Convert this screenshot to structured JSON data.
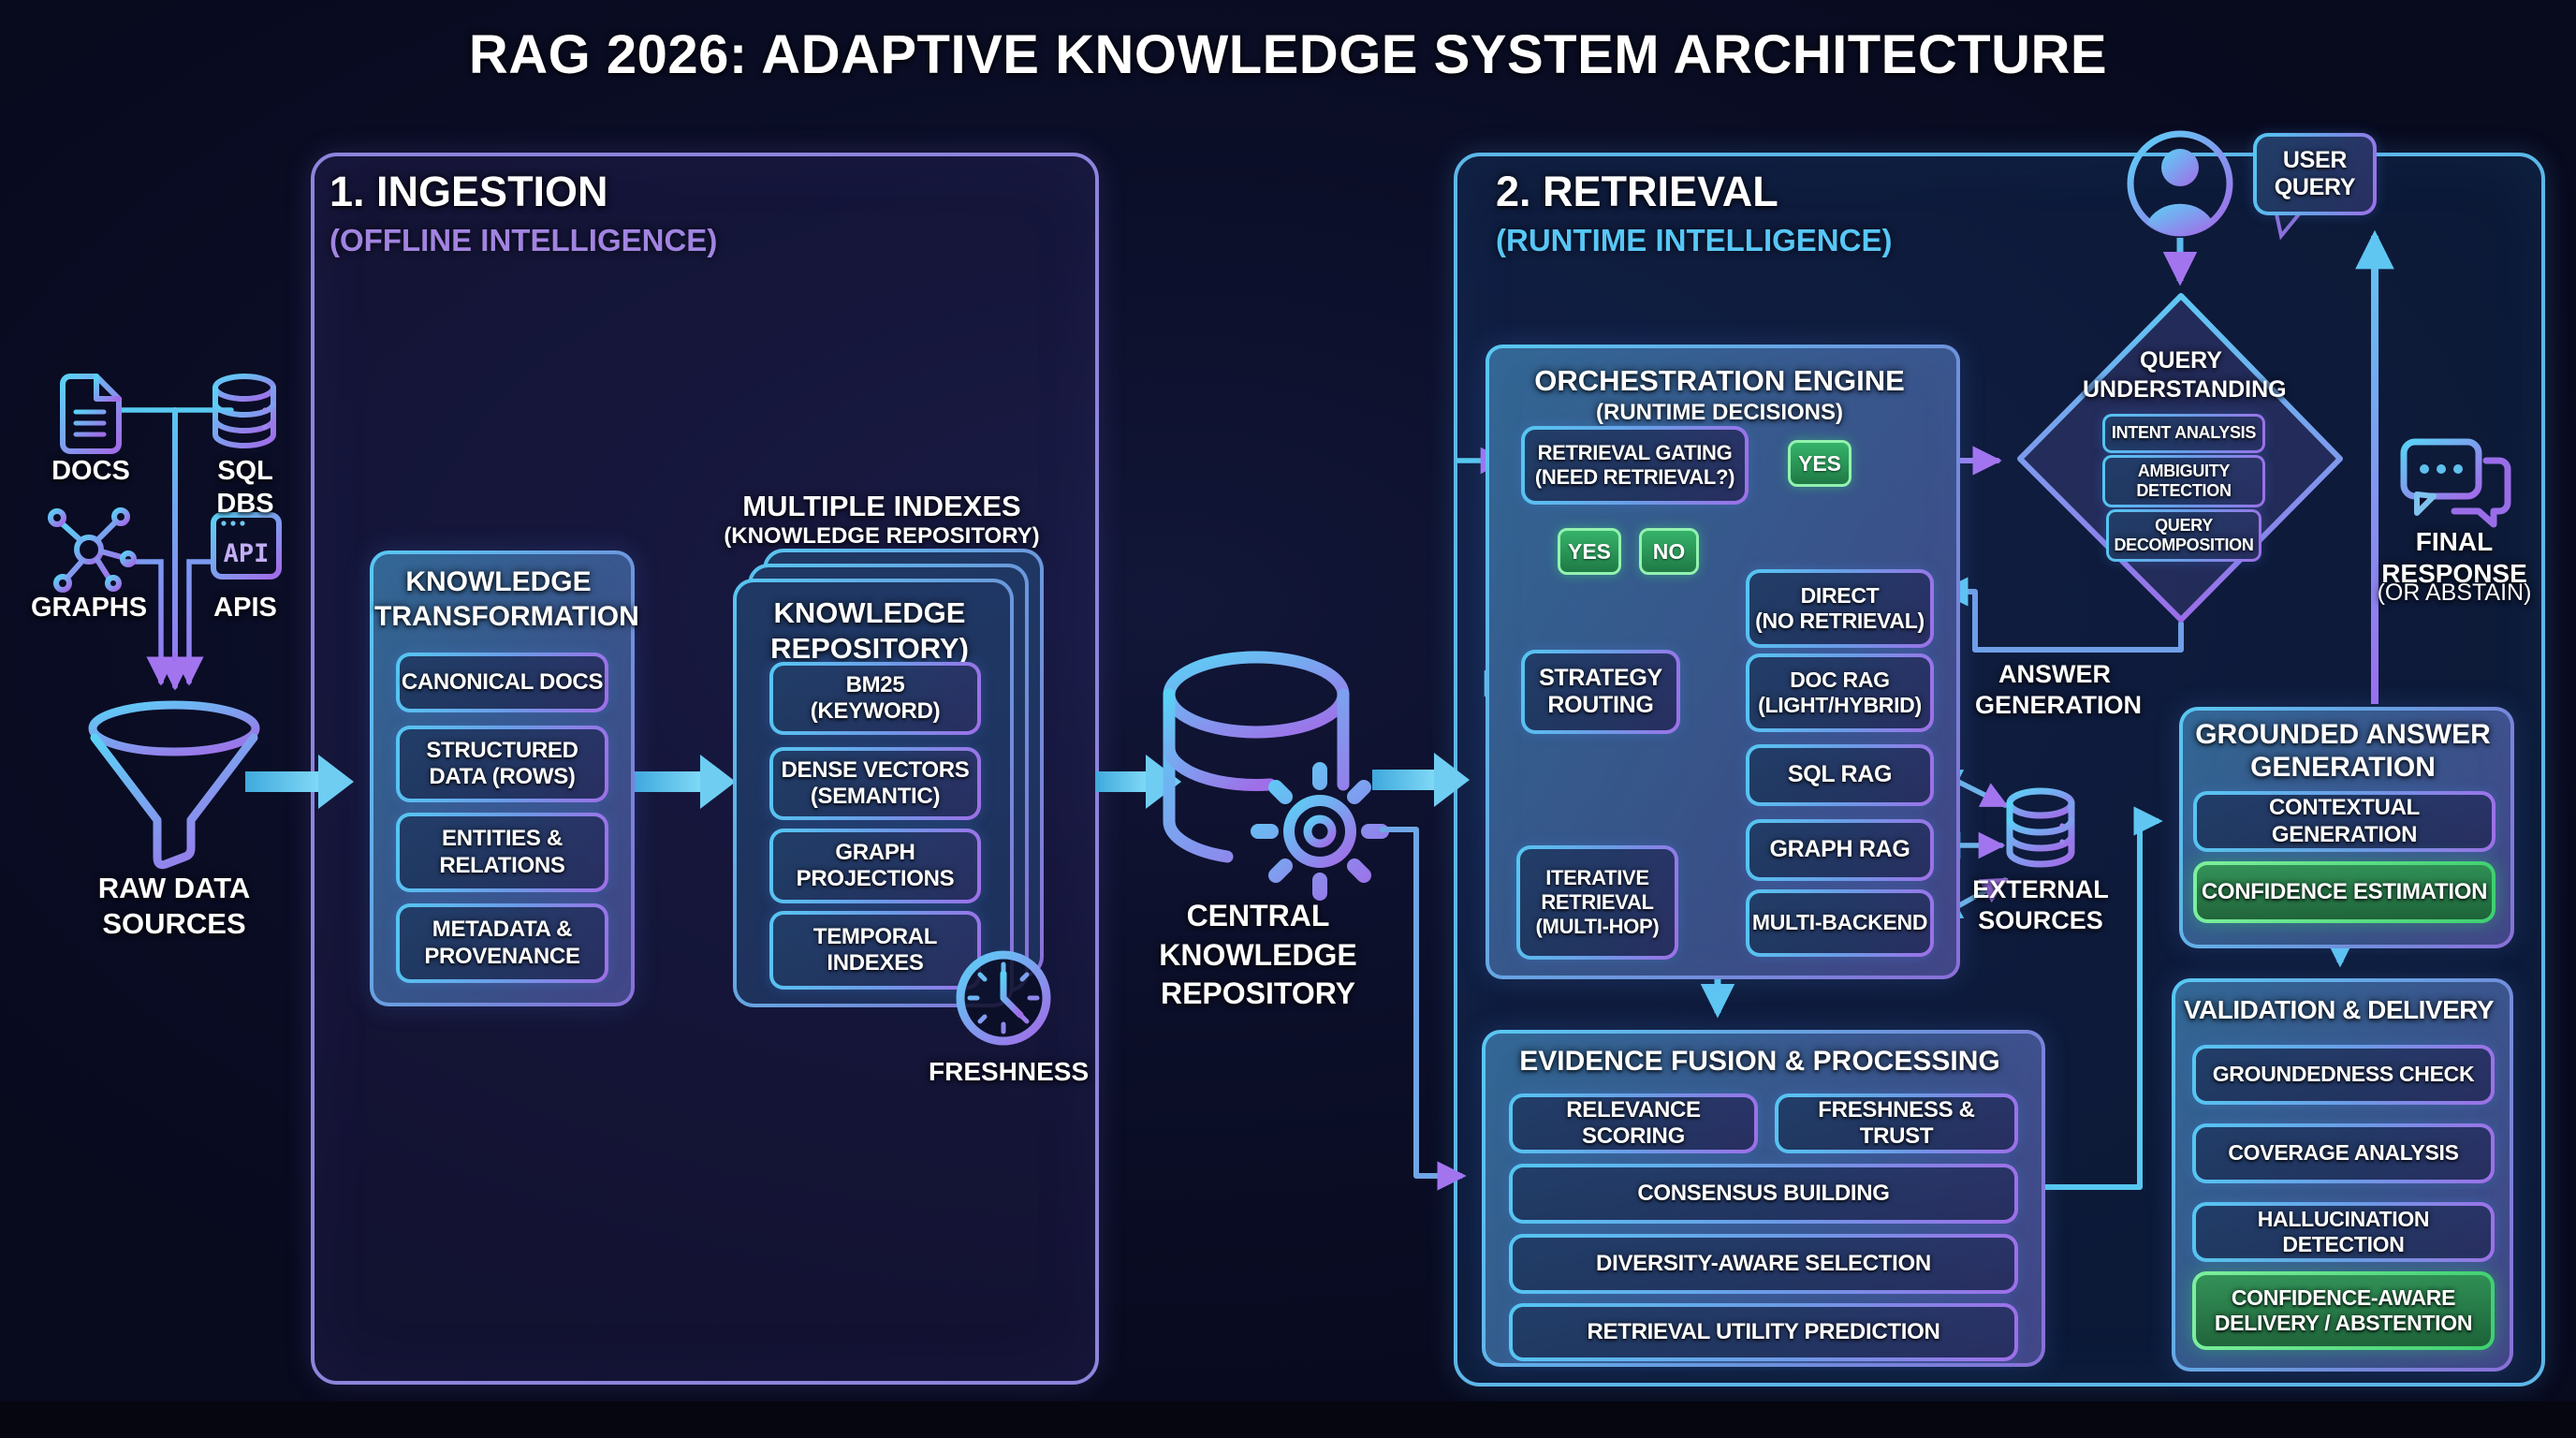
{
  "title": "RAG 2026: ADAPTIVE KNOWLEDGE SYSTEM ARCHITECTURE",
  "colors": {
    "background": "#0b0e27",
    "cyan_accent": "#57c7f2",
    "purple_accent": "#9c6ef0",
    "green_accent": "#43d97c",
    "ingestion_border": "#8d84dc",
    "retrieval_border": "#5cb7e8"
  },
  "sources": {
    "docs": "DOCS",
    "sql_dbs": "SQL DBS",
    "graphs": "GRAPHS",
    "apis": "APIS",
    "api_icon_label": "API",
    "funnel_label": "RAW DATA\nSOURCES"
  },
  "ingestion": {
    "heading": "1. INGESTION",
    "subheading": "(OFFLINE INTELLIGENCE)",
    "transformation": {
      "title": "KNOWLEDGE\nTRANSFORMATION",
      "items": [
        "CANONICAL DOCS",
        "STRUCTURED\nDATA (ROWS)",
        "ENTITIES &\nRELATIONS",
        "METADATA &\nPROVENANCE"
      ]
    },
    "indexes": {
      "heading": "MULTIPLE INDEXES",
      "subheading": "(KNOWLEDGE REPOSITORY)",
      "card_title": "KNOWLEDGE\nREPOSITORY)",
      "items": [
        "BM25\n(KEYWORD)",
        "DENSE VECTORS\n(SEMANTIC)",
        "GRAPH\nPROJECTIONS",
        "TEMPORAL\nINDEXES"
      ]
    },
    "freshness_label": "FRESHNESS"
  },
  "repository": {
    "label": "CENTRAL\nKNOWLEDGE\nREPOSITORY"
  },
  "retrieval": {
    "heading": "2. RETRIEVAL",
    "subheading": "(RUNTIME INTELLIGENCE)",
    "orchestration": {
      "title": "ORCHESTRATION ENGINE",
      "subtitle": "(RUNTIME DECISIONS)",
      "gating": "RETRIEVAL GATING\n(NEED RETRIEVAL?)",
      "yes_right": "YES",
      "yes_down": "YES",
      "no_down": "NO",
      "strategy": "STRATEGY\nROUTING",
      "iterative": "ITERATIVE\nRETRIEVAL\n(MULTI-HOP)",
      "backends": [
        "DIRECT\n(NO RETRIEVAL)",
        "DOC RAG\n(LIGHT/HYBRID)",
        "SQL RAG",
        "GRAPH RAG",
        "MULTI-BACKEND"
      ]
    },
    "query_understanding": {
      "title": "QUERY\nUNDERSTANDING",
      "items": [
        "INTENT ANALYSIS",
        "AMBIGUITY\nDETECTION",
        "QUERY\nDECOMPOSITION"
      ]
    },
    "user_query": "USER\nQUERY",
    "answer_generation_label": "ANSWER\nGENERATION",
    "external_sources_label": "EXTERNAL\nSOURCES",
    "grounded": {
      "title": "GROUNDED ANSWER\nGENERATION",
      "items": [
        "CONTEXTUAL GENERATION",
        "CONFIDENCE ESTIMATION"
      ]
    },
    "validation": {
      "title": "VALIDATION & DELIVERY",
      "items": [
        "GROUNDEDNESS CHECK",
        "COVERAGE ANALYSIS",
        "HALLUCINATION DETECTION",
        "CONFIDENCE-AWARE\nDELIVERY / ABSTENTION"
      ]
    },
    "evidence": {
      "title": "EVIDENCE FUSION & PROCESSING",
      "items": [
        "RELEVANCE SCORING",
        "FRESHNESS & TRUST",
        "CONSENSUS BUILDING",
        "DIVERSITY-AWARE SELECTION",
        "RETRIEVAL UTILITY PREDICTION"
      ]
    },
    "final_response": "FINAL\nRESPONSE",
    "final_response_sub": "(OR ABSTAIN)"
  }
}
